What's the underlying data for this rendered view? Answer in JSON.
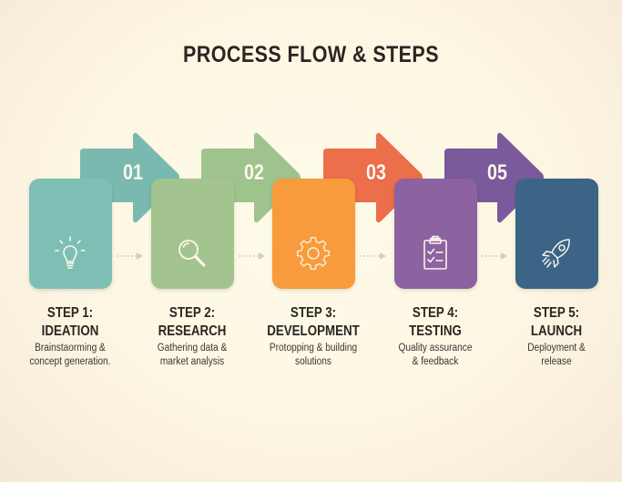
{
  "title": "PROCESS FLOW & STEPS",
  "steps": [
    {
      "number": "01",
      "title_line1": "STEP 1:",
      "title_line2": "IDEATION",
      "desc_line1": "Brainstaorming &",
      "desc_line2": "concept generation.",
      "icon": "lightbulb-icon",
      "card_color": "#7ebfb5",
      "arrow_color": "#7ab9b0"
    },
    {
      "number": "02",
      "title_line1": "STEP 2:",
      "title_line2": "RESEARCH",
      "desc_line1": "Gathering data &",
      "desc_line2": "market analysis",
      "icon": "magnifier-icon",
      "card_color": "#a3c48f",
      "arrow_color": "#9fc38d"
    },
    {
      "number": "03",
      "title_line1": "STEP 3:",
      "title_line2": "DEVELOPMENT",
      "desc_line1": "Protopping & building",
      "desc_line2": "solutions",
      "icon": "gear-icon",
      "card_color": "#f79b3c",
      "arrow_color": "#ec6e4b"
    },
    {
      "number": "05",
      "title_line1": "STEP 4:",
      "title_line2": "TESTING",
      "desc_line1": "Quality assurance",
      "desc_line2": "& feedback",
      "icon": "clipboard-checklist-icon",
      "card_color": "#8c62a0",
      "arrow_color": "#7b5a9b"
    },
    {
      "number": "",
      "title_line1": "STEP 5:",
      "title_line2": "LAUNCH",
      "desc_line1": "Deployment &",
      "desc_line2": "release",
      "icon": "rocket-icon",
      "card_color": "#3b6486",
      "arrow_color": ""
    }
  ],
  "connector_color": "#c9d3c0"
}
